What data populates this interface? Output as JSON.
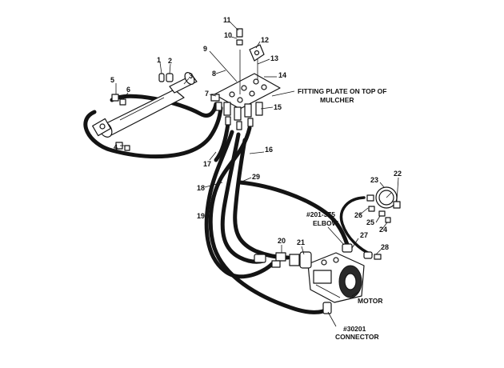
{
  "callouts": [
    "1",
    "2",
    "3",
    "4",
    "5",
    "6",
    "7",
    "8",
    "9",
    "10",
    "11",
    "12",
    "13",
    "14",
    "15",
    "16",
    "17",
    "18",
    "19",
    "20",
    "21",
    "22",
    "23",
    "24",
    "25",
    "26",
    "27",
    "28",
    "29"
  ],
  "labels": {
    "fitting_plate_line1": "FITTING PLATE ON TOP OF",
    "fitting_plate_line2": "MULCHER",
    "elbow_line1": "#201-375",
    "elbow_line2": "ELBOW",
    "motor": "MOTOR",
    "connector_line1": "#30201",
    "connector_line2": "CONNECTOR"
  }
}
